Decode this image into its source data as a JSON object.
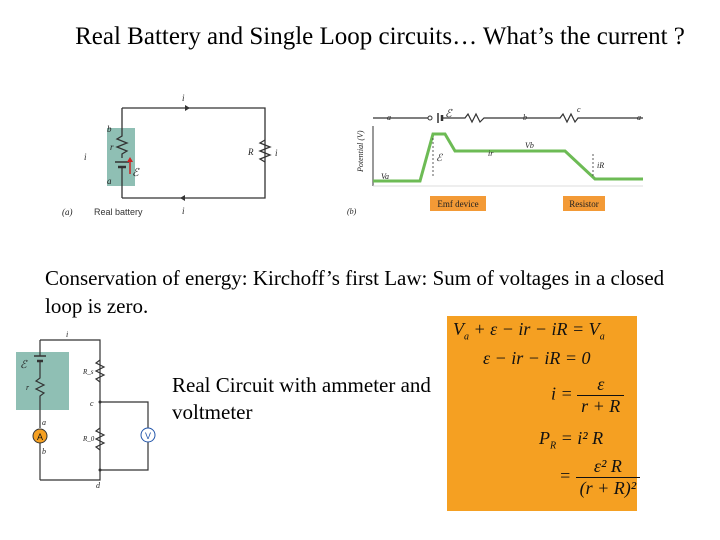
{
  "title": "Real Battery and Single Loop circuits…  What’s the current ?",
  "body_text": "Conservation of energy: Kirchoff’s first Law: Sum of voltages in a closed loop is zero.",
  "caption": "Real Circuit with ammeter and voltmeter",
  "fig_a": {
    "panel": "(a)",
    "annotation": "Real battery",
    "labels": {
      "i": "i",
      "b": "b",
      "a": "a",
      "r": "r",
      "R": "R",
      "emf": "ℰ"
    }
  },
  "fig_b": {
    "panel": "(b)",
    "y_axis": "Potential (V)",
    "points": {
      "a": "a",
      "b": "b",
      "c": "c",
      "a2": "a"
    },
    "labels": {
      "emf": "ℰ",
      "ir": "ir",
      "Vb": "Vb",
      "Va": "Va",
      "iR": "iR",
      "emf_low": "ℰ"
    },
    "tags": {
      "emf_device": "Emf device",
      "resistor": "Resistor"
    }
  },
  "fig_c": {
    "labels": {
      "i": "i",
      "emf": "ℰ",
      "r": "r",
      "R_s": "R_s",
      "R_0": "R_0",
      "a": "a",
      "b": "b",
      "c": "c",
      "d": "d",
      "A": "A",
      "V": "V"
    }
  },
  "equations": {
    "eq1_lhs": "V",
    "eq1_sub": "a",
    "eq1_mid": " + ε − ir − iR = V",
    "eq1_rsub": "a",
    "eq2": "ε − ir − iR = 0",
    "eq3_lhs": "i =",
    "eq3_num": "ε",
    "eq3_den": "r + R",
    "eq4_lhs": "P",
    "eq4_sub": "R",
    "eq4_rhs": " = i² R",
    "eq5_lhs": "=",
    "eq5_num": "ε² R",
    "eq5_den": "(r + R)²"
  },
  "colors": {
    "battery_box": "#8fbfb4",
    "equation_box": "#f5a022",
    "tag_fill": "#f39a36",
    "graph_line": "#6dbb55"
  }
}
